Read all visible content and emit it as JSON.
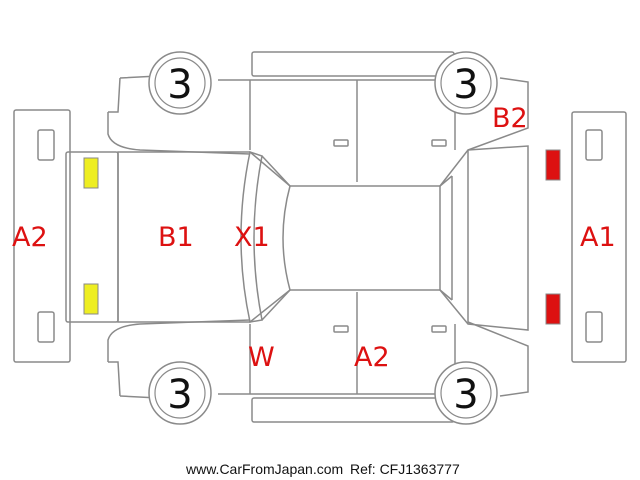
{
  "diagram": {
    "damage_codes": {
      "front_bumper": "A1",
      "rear_bumper": "A2",
      "right_doors": "A2",
      "roof": "B1",
      "right_front_fender": "B2",
      "windshield": "X1",
      "rear_window_area": "W"
    },
    "tire_labels": {
      "front_left": "3",
      "rear_left": "3",
      "front_right": "3",
      "rear_right": "3"
    },
    "colors": {
      "outline": "#8a8a8a",
      "label": "#dd1111",
      "headlight": "#dd1111",
      "taillight": "#eeee22"
    }
  },
  "footer": {
    "site": "www.CarFromJapan.com",
    "ref": "Ref: CFJ1363777"
  }
}
